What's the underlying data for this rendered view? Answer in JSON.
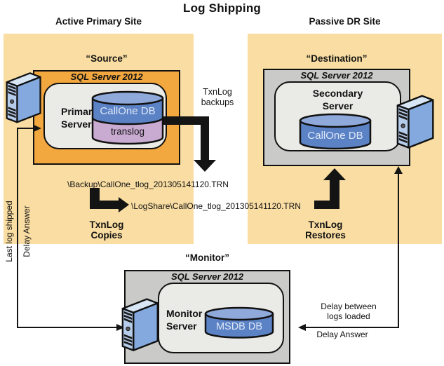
{
  "title": "Log Shipping",
  "sites": {
    "primary": {
      "header": "Active Primary Site",
      "box_label": "“Source”",
      "sql_label": "SQL Server 2012",
      "server_line1": "Primary",
      "server_line2": "Server",
      "db_top": "CallOne DB",
      "db_bottom": "translog"
    },
    "dr": {
      "header": "Passive DR Site",
      "box_label": "“Destination”",
      "sql_label": "SQL Server 2012",
      "server_line1": "Secondary",
      "server_line2": "Server",
      "db_top": "CallOne DB"
    },
    "monitor": {
      "box_label": "“Monitor”",
      "sql_label": "SQL Server 2012",
      "server_line1": "Monitor",
      "server_line2": "Server",
      "db_top": "MSDB DB"
    }
  },
  "flows": {
    "backups_line1": "TxnLog",
    "backups_line2": "backups",
    "copies_line1": "TxnLog",
    "copies_line2": "Copies",
    "restores_line1": "TxnLog",
    "restores_line2": "Restores",
    "backup_path": "\\Backup\\CallOne_tlog_201305141120.TRN",
    "logshare_path": "\\LogShare\\CallOne_tlog_201305141120.TRN",
    "last_log_shipped": "Last log shipped",
    "delay_answer_left": "Delay Answer",
    "delay_between_line1": "Delay between",
    "delay_between_line2": "logs loaded",
    "delay_answer_right": "Delay Answer"
  },
  "colors": {
    "site_region": "#F9DDA2",
    "source_box": "#F3A83F",
    "gray_box": "#CACAC8",
    "inner_box": "#EAEAE7",
    "db_blue": "#5C82C6",
    "db_blue_top": "#8FA9DA",
    "db_lavender": "#C9ABD2",
    "db_text": "#DDE8F6",
    "arrow_black": "#141414",
    "tower_side": "#83A9DE",
    "tower_front": "#B5CCEA",
    "tower_top": "#D7E5F5"
  }
}
